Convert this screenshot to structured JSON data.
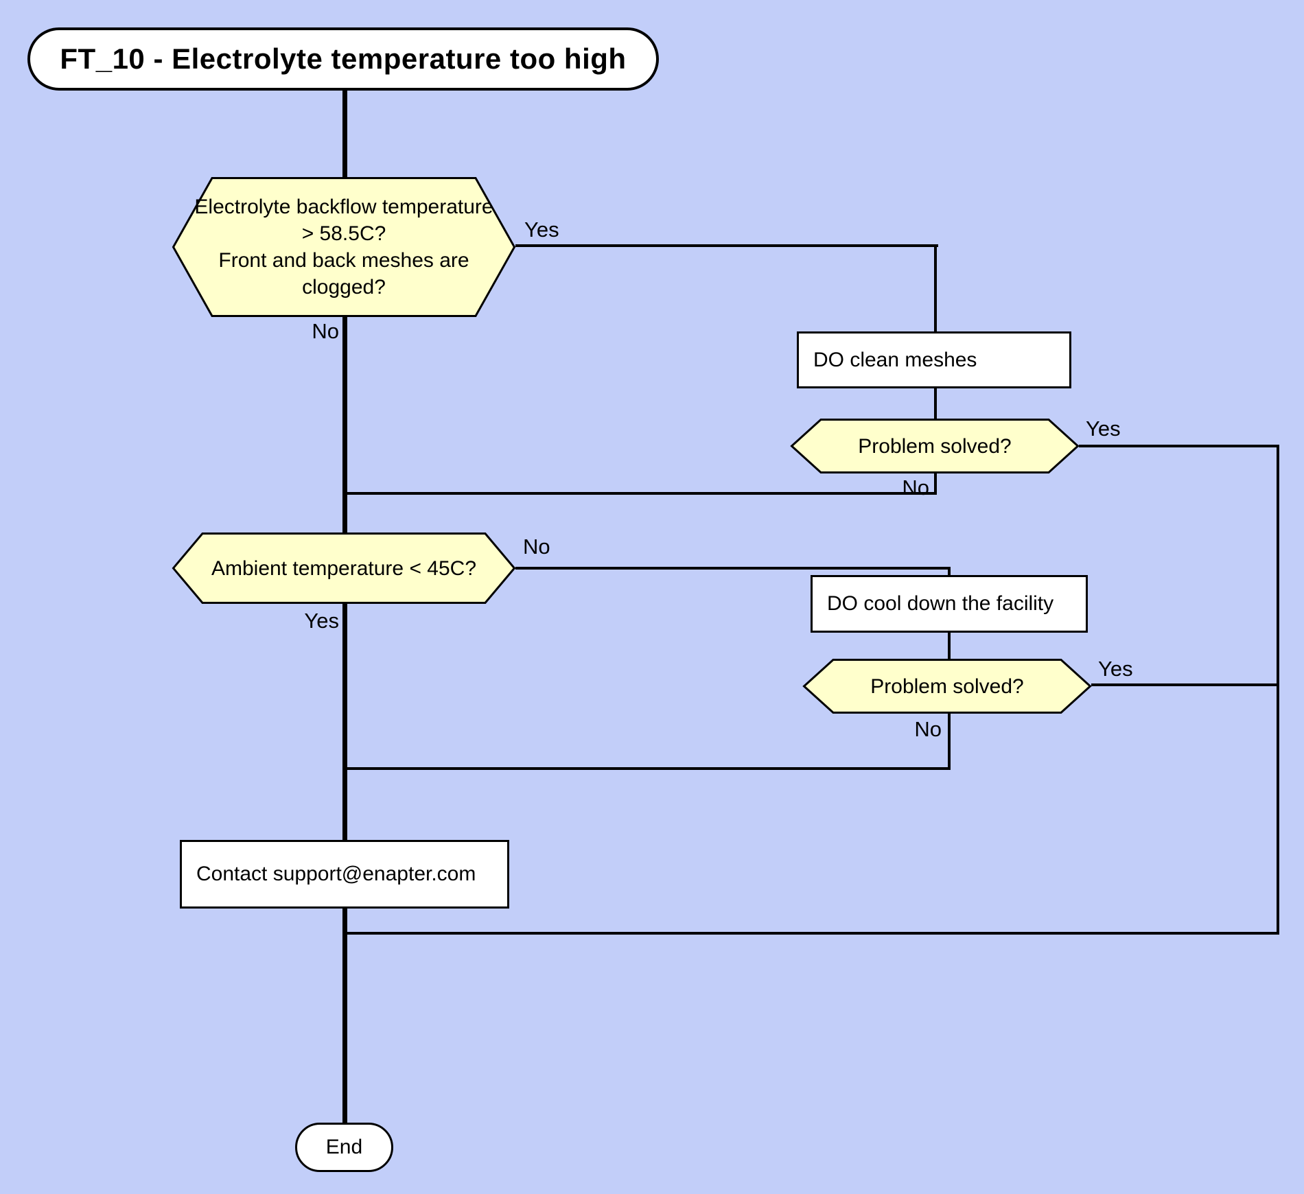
{
  "diagram": {
    "title": "FT_10 - Electrolyte temperature too high",
    "colors": {
      "background": "#c2cef9",
      "decision_fill": "#ffffcc",
      "process_fill": "#ffffff",
      "terminal_fill": "#ffffff",
      "line": "#000000",
      "text": "#000000"
    },
    "nodes": {
      "decision_backflow": {
        "type": "decision",
        "lines": [
          "Electrolyte backflow temperature",
          "> 58.5C?",
          "Front and back meshes are",
          "clogged?"
        ]
      },
      "process_clean_meshes": {
        "type": "process",
        "label": "DO clean meshes"
      },
      "decision_problem_solved_1": {
        "type": "decision",
        "label": "Problem solved?"
      },
      "decision_ambient_temp": {
        "type": "decision",
        "label": "Ambient temperature < 45C?"
      },
      "process_cool_facility": {
        "type": "process",
        "label": "DO cool down the facility"
      },
      "process_contact_support": {
        "type": "process",
        "label": "Contact support@enapter.com"
      },
      "terminal_end": {
        "type": "terminal",
        "label": "End"
      }
    },
    "edge_labels": {
      "backflow_yes": "Yes",
      "backflow_no": "No",
      "problem1_yes": "Yes",
      "problem1_no": "No",
      "ambient_no": "No",
      "ambient_yes": "Yes",
      "problem2_yes": "Yes",
      "problem2_no": "No"
    }
  }
}
